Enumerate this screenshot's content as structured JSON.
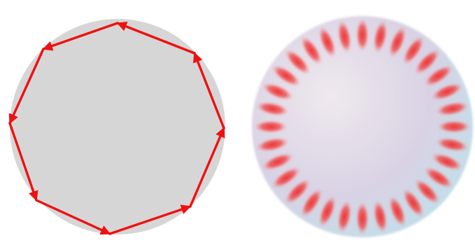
{
  "figure": {
    "panels": [
      {
        "id": "left",
        "kind": "polygon-path-on-disk",
        "disk_color": "#d6d6d6",
        "path_color": "#ee1111",
        "vertex_count": 8,
        "direction": "counter-clockwise",
        "arrowheads_at_vertices": true
      },
      {
        "id": "right",
        "kind": "ring-of-lobes-on-gradient-disk",
        "lobe_count": 32,
        "lobe_color": "#f03a3a",
        "disk_gradient": [
          "#efe9ee",
          "#d9d2e4",
          "#bfe0ea"
        ]
      }
    ]
  }
}
